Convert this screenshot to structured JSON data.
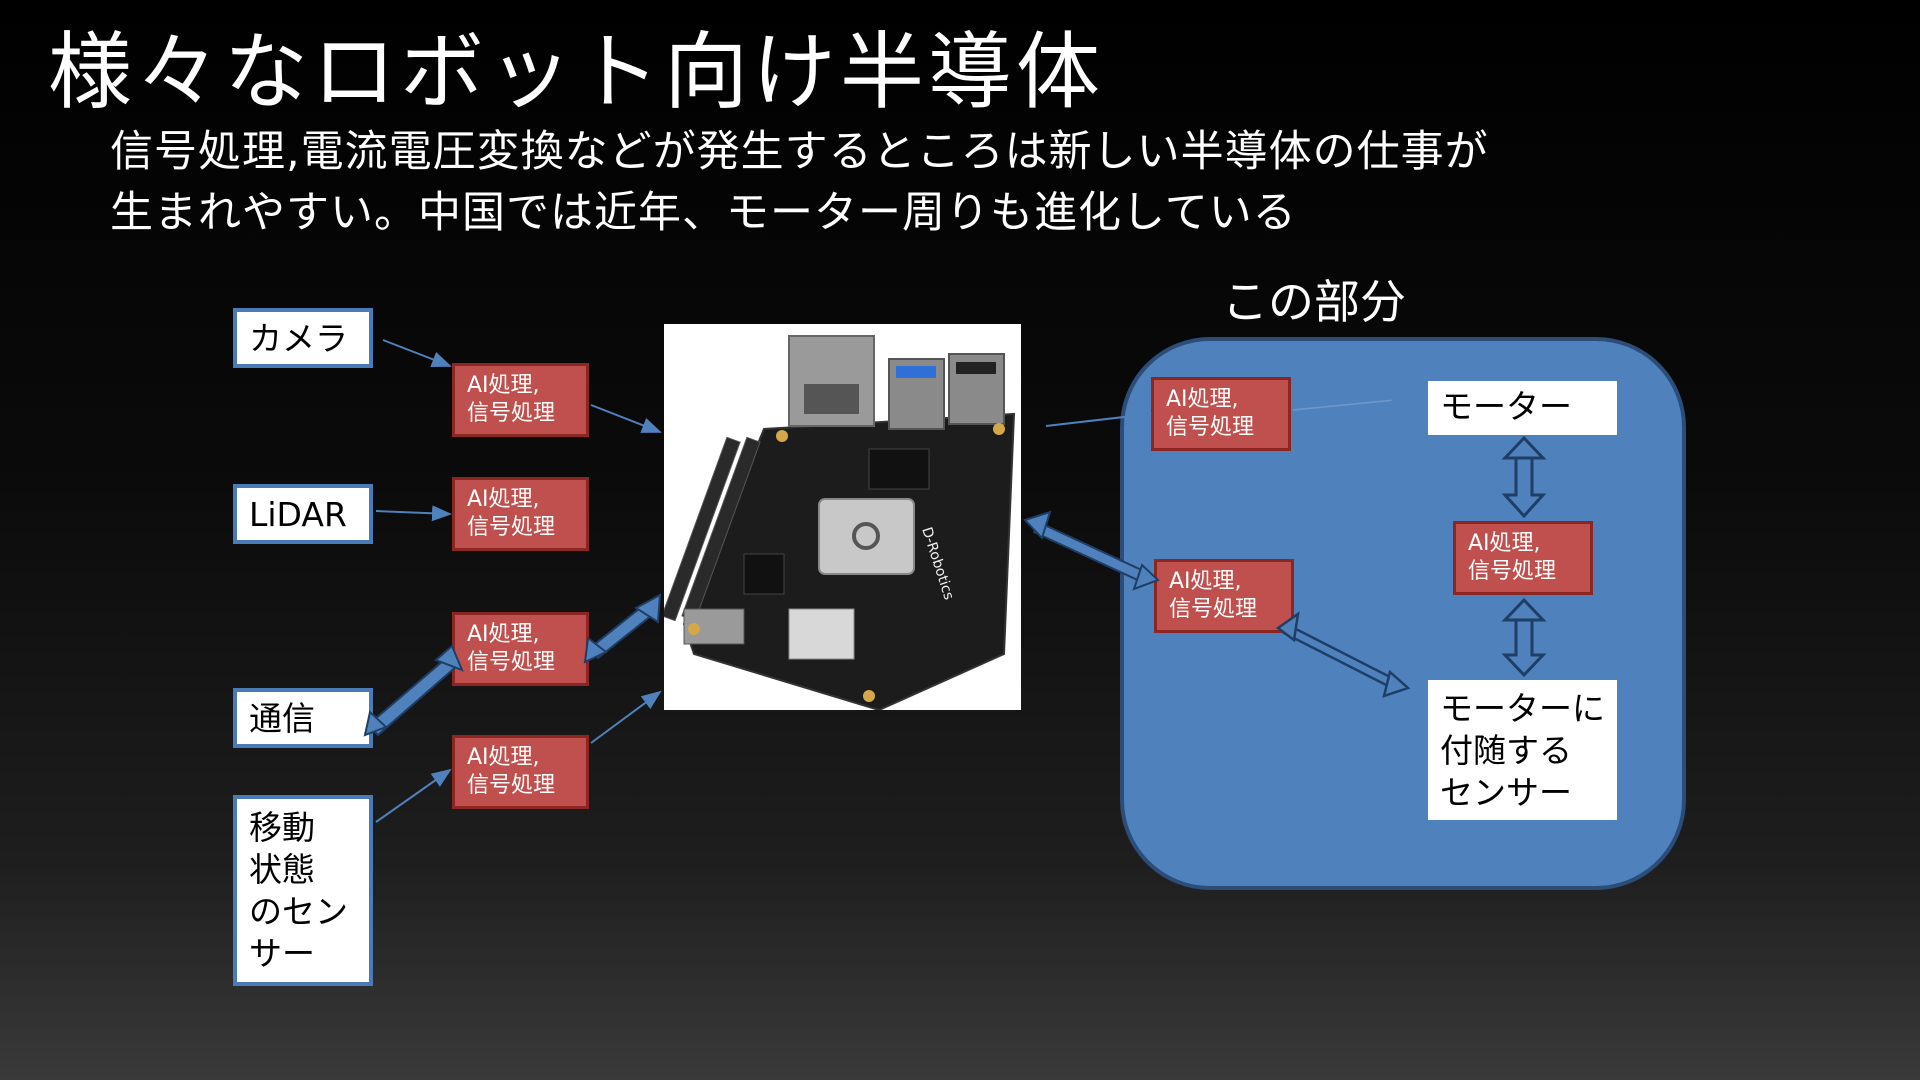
{
  "slide": {
    "title": "様々なロボット向け半導体",
    "subtitle_lines": [
      "信号処理,電流電圧変換などが発生するところは新しい半導体の仕事が",
      "生まれやすい。中国では近年、モーター周りも進化している"
    ]
  },
  "inputs": {
    "camera": "カメラ",
    "lidar": "LiDAR",
    "comm": "通信",
    "motion_sensor_lines": [
      "移動",
      "状態",
      "のセン",
      "サー"
    ]
  },
  "processing": {
    "line1": "AI処理,",
    "line2": "信号処理"
  },
  "board": {
    "brand": "D-Robotics"
  },
  "panel": {
    "label": "この部分",
    "motor": "モーター",
    "motor_sensor_lines": [
      "モーターに",
      "付随する",
      "センサー"
    ]
  },
  "colors": {
    "box_border": "#4a7ab8",
    "processing_fill": "#c0504d",
    "panel_fill": "#4f81bd",
    "pcb": "#1c1c1c"
  }
}
